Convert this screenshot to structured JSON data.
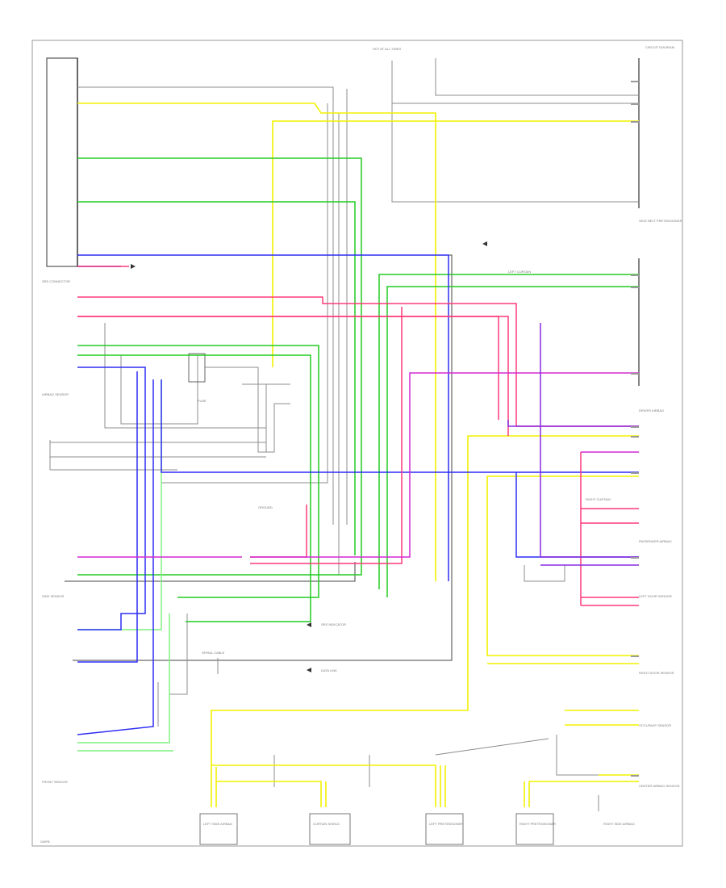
{
  "diagram": {
    "frame_label": "CIRCUIT DIAGRAM",
    "footer_code": "GMFB",
    "wire_colors": {
      "yellow": "#f2f200",
      "green": "#22cc22",
      "light_green": "#7cf07c",
      "blue": "#2d2df5",
      "pink": "#ff3a78",
      "magenta": "#d42ad4",
      "purple": "#8a2be2",
      "gray": "#8c8c8c",
      "black": "#222222"
    },
    "labels": {
      "hot_at_all_times": "HOT AT ALL TIMES",
      "fuse_block": "FUSE",
      "connector_left_top": "SRS CONNECTOR",
      "airbag_sensor": "AIRBAG SENSOR",
      "front_sensor": "FRONT SENSOR",
      "side_sensor": "SIDE SENSOR",
      "seat_belt_pretensioner": "SEAT BELT PRETENSIONER",
      "driver_airbag": "DRIVER AIRBAG",
      "passenger_airbag": "PASSENGER AIRBAG",
      "spiral_cable": "SPIRAL CABLE",
      "occupant_sensor": "OCCUPANT SENSOR",
      "ground": "GROUND",
      "srs_indicator": "SRS INDICATOR",
      "data_link": "DATA LINK",
      "left_curtain": "LEFT CURTAIN",
      "right_curtain": "RIGHT CURTAIN",
      "left_door_sensor": "LEFT DOOR SENSOR",
      "right_door_sensor": "RIGHT DOOR SENSOR",
      "center_airbag_sensor": "CENTER AIRBAG SENSOR",
      "bottom_module_1": "LEFT SIDE AIRBAG",
      "bottom_module_2": "CURTAIN SHIELD",
      "bottom_module_3": "LEFT PRETENSIONER",
      "bottom_module_4": "RIGHT PRETENSIONER",
      "bottom_module_5": "RIGHT SIDE AIRBAG"
    }
  }
}
